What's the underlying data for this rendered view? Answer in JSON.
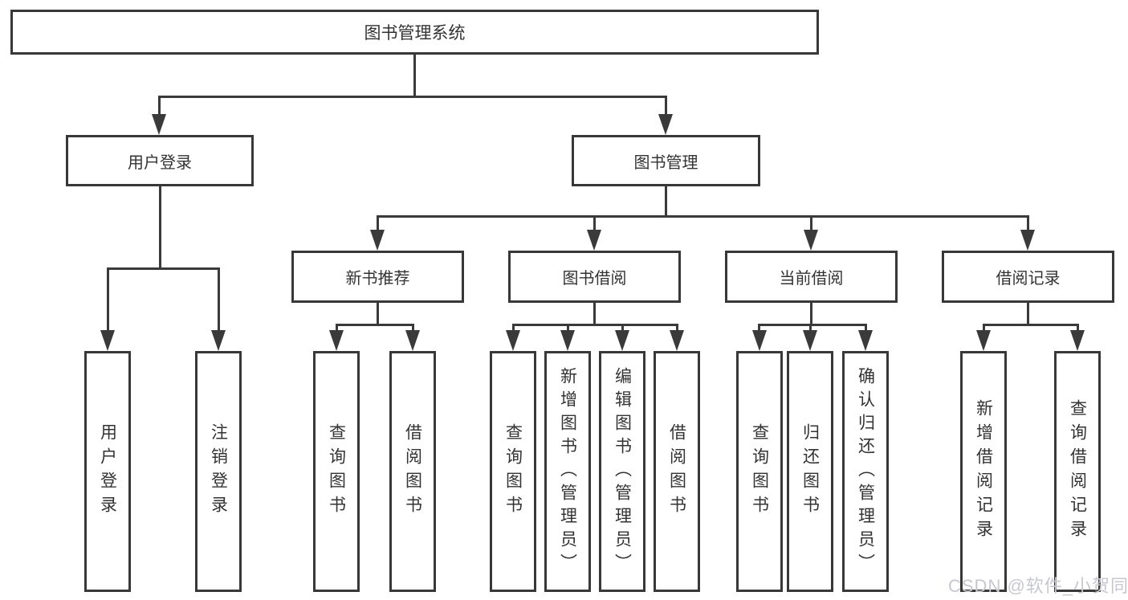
{
  "diagram": {
    "title": "图书管理系统",
    "root": {
      "label": "图书管理系统"
    },
    "branches": [
      {
        "label": "用户登录",
        "children": [
          "用户登录",
          "注销登录"
        ]
      },
      {
        "label": "图书管理",
        "children": [
          {
            "label": "新书推荐",
            "children": [
              "查询图书",
              "借阅图书"
            ]
          },
          {
            "label": "图书借阅",
            "children": [
              "查询图书",
              "新增图书（管理员）",
              "编辑图书（管理员）",
              "借阅图书"
            ]
          },
          {
            "label": "当前借阅",
            "children": [
              "查询图书",
              "归还图书",
              "确认归还（管理员）"
            ]
          },
          {
            "label": "借阅记录",
            "children": [
              "新增借阅记录",
              "查询借阅记录"
            ]
          }
        ]
      }
    ]
  },
  "watermark": {
    "text": "CSDN @软件_小贺同学",
    "color": "#c7c7d1"
  },
  "colors": {
    "line": "#3a3a3a",
    "border": "#383838",
    "text": "#333333",
    "background": "#ffffff"
  }
}
